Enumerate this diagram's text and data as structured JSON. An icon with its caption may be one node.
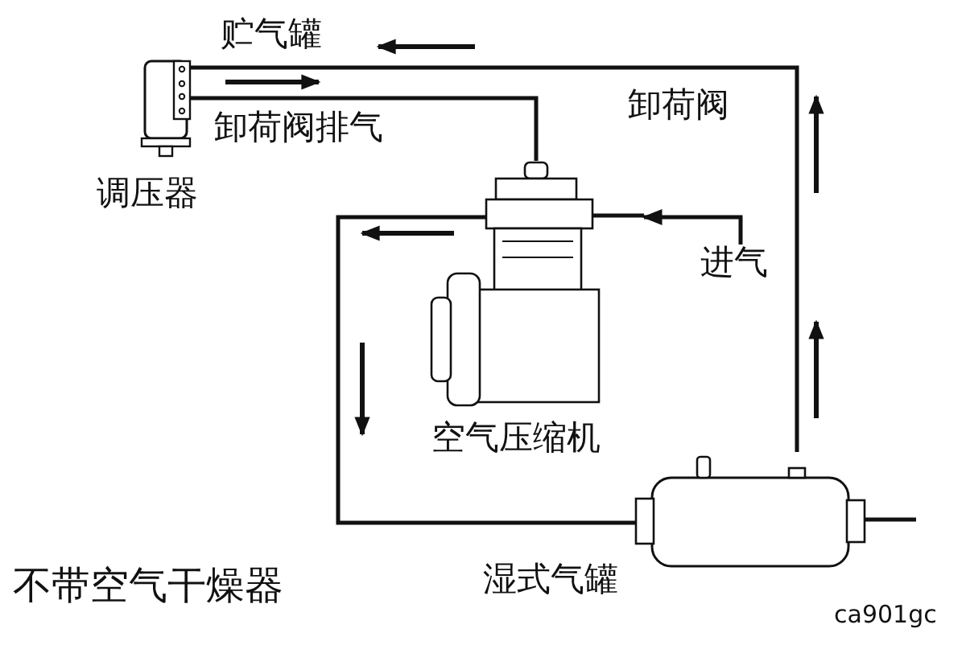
{
  "diagram": {
    "caption": "不带空气干燥器",
    "nodes": [
      {
        "text": [
          "调压器"
        ]
      },
      {
        "text": [
          "空气压缩机"
        ]
      },
      {
        "text": [
          "湿式气罐"
        ]
      },
      {
        "text": [
          "进气"
        ]
      }
    ],
    "edges": [
      {
        "from": 2,
        "to": 0,
        "arrow": "none"
      },
      {
        "from": 0,
        "to": 1,
        "arrow": "none"
      },
      {
        "from": 1,
        "to": 2,
        "arrow": "none"
      },
      {
        "from": 3,
        "to": 1,
        "arrow": "to"
      }
    ],
    "labels": [
      "贮气罐",
      "卸荷阀",
      "卸荷阀排气",
      "ca901gc"
    ]
  }
}
